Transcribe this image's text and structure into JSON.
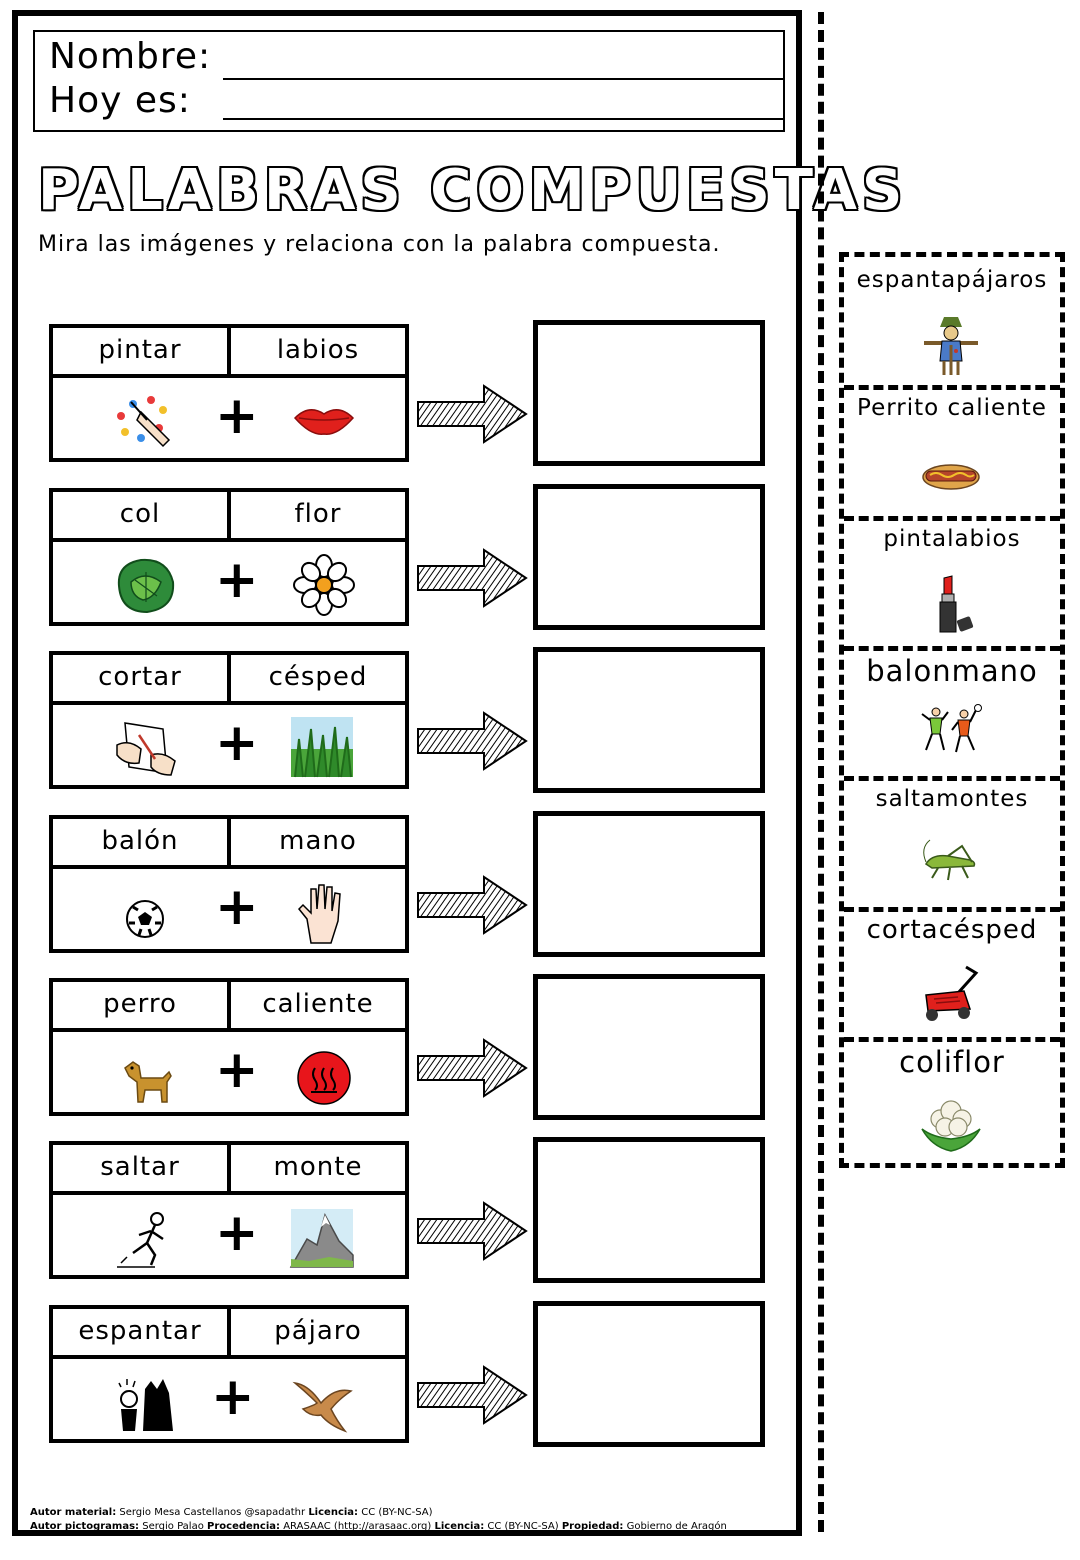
{
  "header": {
    "name_label": "Nombre:",
    "date_label": "Hoy es:"
  },
  "title": "PALABRAS COMPUESTAS",
  "instruction": "Mira las imágenes y relaciona con la palabra compuesta.",
  "rows": [
    {
      "word_a": "pintar",
      "word_b": "labios",
      "icon_a": "painting-hand-icon",
      "icon_b": "lips-icon"
    },
    {
      "word_a": "col",
      "word_b": "flor",
      "icon_a": "cabbage-icon",
      "icon_b": "daisy-flower-icon"
    },
    {
      "word_a": "cortar",
      "word_b": "césped",
      "icon_a": "cutting-hands-icon",
      "icon_b": "grass-icon"
    },
    {
      "word_a": "balón",
      "word_b": "mano",
      "icon_a": "soccer-ball-icon",
      "icon_b": "hand-icon"
    },
    {
      "word_a": "perro",
      "word_b": "caliente",
      "icon_a": "dog-icon",
      "icon_b": "hot-symbol-icon"
    },
    {
      "word_a": "saltar",
      "word_b": "monte",
      "icon_a": "jumping-person-icon",
      "icon_b": "mountain-icon"
    },
    {
      "word_a": "espantar",
      "word_b": "pájaro",
      "icon_a": "scaring-figure-icon",
      "icon_b": "bird-icon"
    }
  ],
  "cards": [
    {
      "word": "espantapájaros",
      "icon": "scarecrow-icon"
    },
    {
      "word": "Perrito caliente",
      "icon": "hot-dog-icon"
    },
    {
      "word": "pintalabios",
      "icon": "lipstick-icon"
    },
    {
      "word": "balonmano",
      "icon": "handball-players-icon"
    },
    {
      "word": "saltamontes",
      "icon": "grasshopper-icon"
    },
    {
      "word": "cortacésped",
      "icon": "lawn-mower-icon"
    },
    {
      "word": "coliflor",
      "icon": "cauliflower-icon"
    }
  ],
  "footer": {
    "l1_k1": "Autor material:",
    "l1_v1": "Sergio Mesa Castellanos @sapadathr",
    "l1_k2": "Licencia:",
    "l1_v2": "CC (BY-NC-SA)",
    "l2_k1": "Autor pictogramas:",
    "l2_v1": "Sergio Palao",
    "l2_k2": "Procedencia:",
    "l2_v2": "ARASAAC (http://arasaac.org)",
    "l2_k3": "Licencia:",
    "l2_v3": "CC (BY-NC-SA)",
    "l2_k4": "Propiedad:",
    "l2_v4": "Gobierno de Aragón"
  },
  "colors": {
    "border": "#000000",
    "lips": "#e0201c",
    "cabbage": "#2e8b3a",
    "hot": "#e8151b",
    "dog": "#c8922e",
    "bird": "#c88a4a",
    "grass": "#4aa53a"
  }
}
